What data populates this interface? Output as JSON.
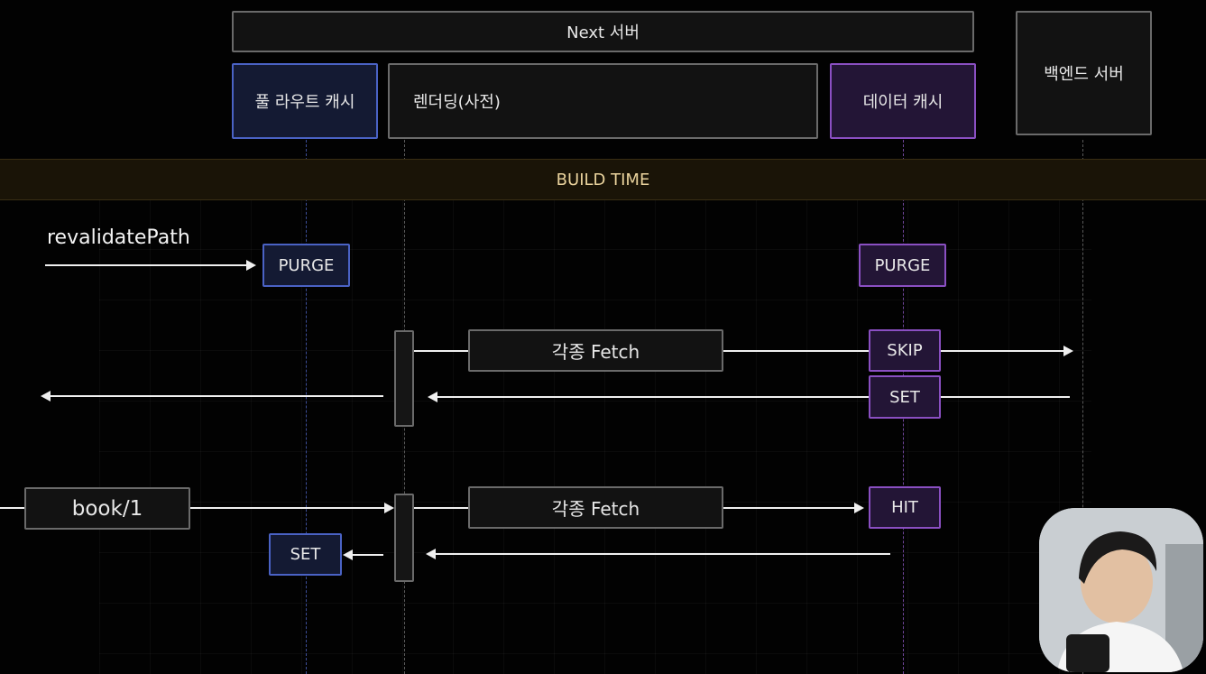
{
  "header": {
    "next_server": "Next 서버",
    "backend_server": "백엔드 서버",
    "full_route_cache": "풀 라우트 캐시",
    "rendering": "렌더딩(사전)",
    "data_cache": "데이터 캐시"
  },
  "build_time": "BUILD TIME",
  "revalidate": {
    "label": "revalidatePath",
    "purge_left": "PURGE",
    "purge_right": "PURGE"
  },
  "flow1": {
    "fetch": "각종 Fetch",
    "skip": "SKIP",
    "set": "SET"
  },
  "flow2": {
    "request": "book/1",
    "fetch": "각종 Fetch",
    "hit": "HIT",
    "set": "SET"
  },
  "colors": {
    "blue": "#4a62c4",
    "purple": "#8a4fc2",
    "build_time_text": "#e9d29c",
    "background": "#020202"
  }
}
